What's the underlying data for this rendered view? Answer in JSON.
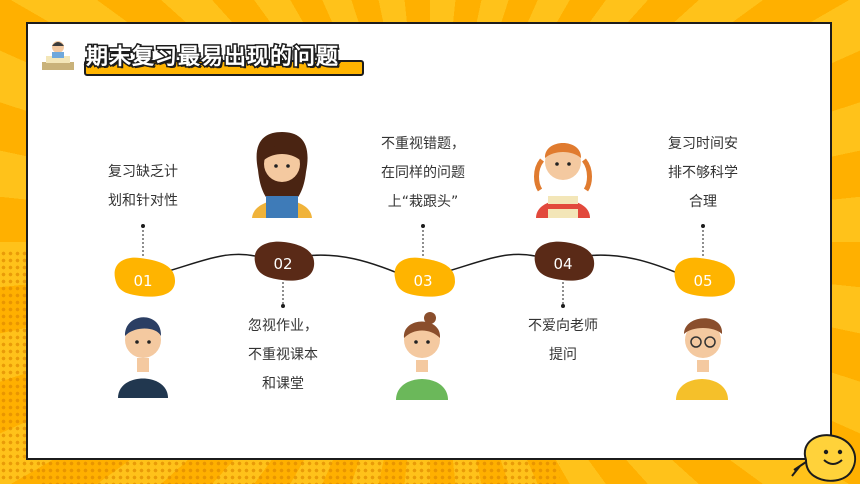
{
  "title": "期末复习最易出现的问题",
  "items": [
    {
      "number": "01",
      "text": "复习缺乏计\n划和针对性"
    },
    {
      "number": "02",
      "text": "忽视作业，\n不重视课本\n和课堂"
    },
    {
      "number": "03",
      "text": "不重视错题，\n在同样的问题\n上“栽跟头”"
    },
    {
      "number": "04",
      "text": "不爱向老师\n提问"
    },
    {
      "number": "05",
      "text": "复习时间安\n排不够科学\n合理"
    }
  ],
  "colors": {
    "accent": "#FFB400",
    "brown": "#5A2A17",
    "border": "#1c1c1c"
  }
}
